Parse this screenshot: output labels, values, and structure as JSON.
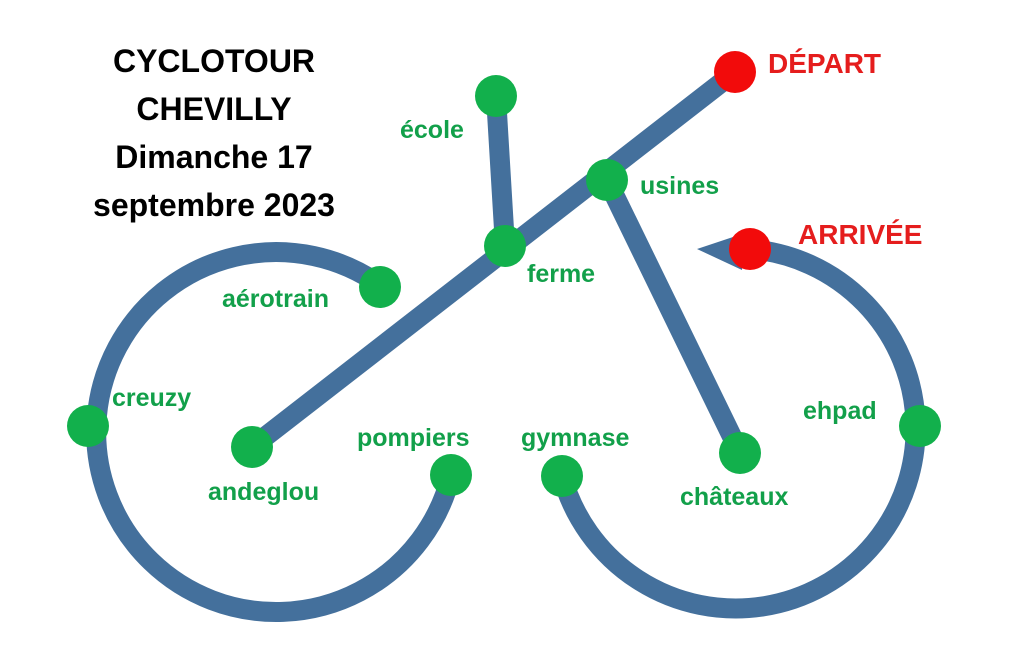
{
  "title": {
    "lines": [
      "CYCLOTOUR",
      "CHEVILLY",
      "Dimanche 17",
      "septembre 2023"
    ]
  },
  "colors": {
    "route": "#44709c",
    "stop": "#12b04c",
    "endpoint": "#f20b0b",
    "stop_label": "#12a04a",
    "endpoint_label": "#e51d1d",
    "title": "#000000"
  },
  "stops": {
    "depart": "DÉPART",
    "usines": "usines",
    "ecole": "école",
    "ferme": "ferme",
    "aerotrain": "aérotrain",
    "creuzy": "creuzy",
    "andeglou": "andeglou",
    "pompiers": "pompiers",
    "gymnase": "gymnase",
    "chateaux": "châteaux",
    "ehpad": "ehpad",
    "arrivee": "ARRIVÉE"
  }
}
